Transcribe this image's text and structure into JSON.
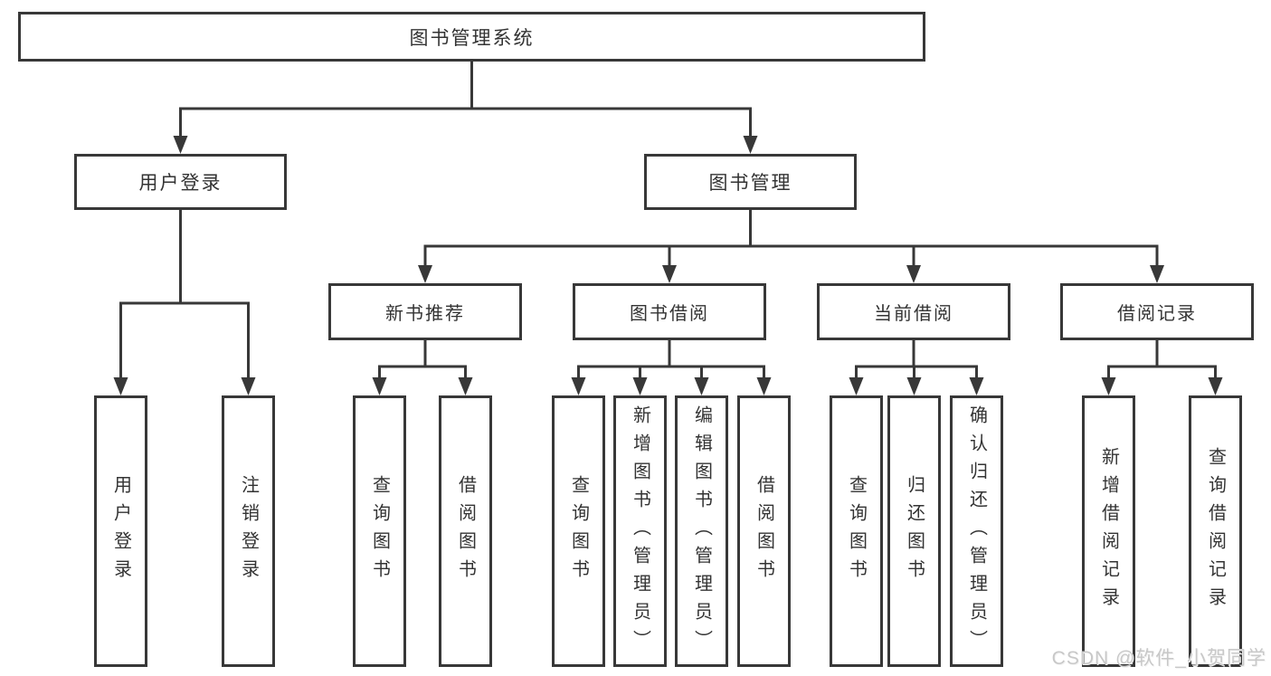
{
  "diagram": {
    "title": "图书管理系统",
    "level2": {
      "user_login": "用户登录",
      "book_management": "图书管理"
    },
    "level3": {
      "new_book_recommend": "新书推荐",
      "book_borrowing": "图书借阅",
      "current_borrowing": "当前借阅",
      "borrowing_records": "借阅记录"
    },
    "leaves": {
      "login_user_login": "用户登录",
      "login_logout": "注销登录",
      "nbr_query_books": "查询图书",
      "nbr_borrow_books": "借阅图书",
      "bor_query_books": "查询图书",
      "bor_add_books_admin": "新增图书（管理员）",
      "bor_edit_books_admin": "编辑图书（管理员）",
      "bor_borrow_books": "借阅图书",
      "cur_query_books": "查询图书",
      "cur_return_books": "归还图书",
      "cur_confirm_return_admin": "确认归还（管理员）",
      "log_add_borrow_record": "新增借阅记录",
      "log_query_borrow_record": "查询借阅记录"
    },
    "watermark": "CSDN @软件_小贺同学",
    "colors": {
      "line": "#383838",
      "text": "#333333",
      "watermark": "#c8c8c8",
      "background": "#ffffff"
    }
  }
}
